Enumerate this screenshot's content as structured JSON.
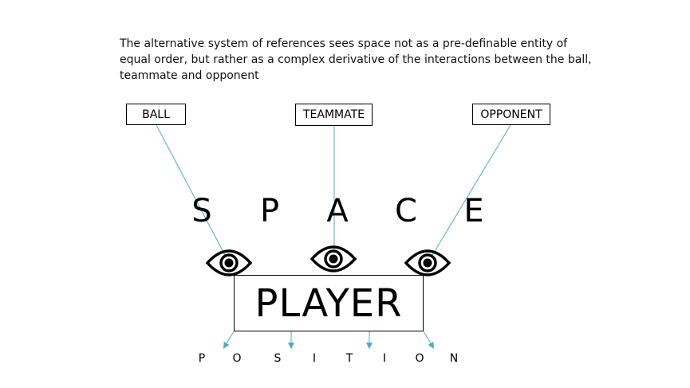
{
  "intro_text": "The alternative system of references sees space not as a pre-definable entity of equal order, but rather as a complex derivative of the interactions between the ball, teammate and opponent",
  "labels": {
    "ball": "BALL",
    "teammate": "TEAMMATE",
    "opponent": "OPPONENT"
  },
  "space_letters": [
    "S",
    "P",
    "A",
    "C",
    "E"
  ],
  "player_label": "PLAYER",
  "position_letters": [
    "P",
    "O",
    "S",
    "I",
    "T",
    "I",
    "O",
    "N"
  ],
  "colors": {
    "connector": "#4BACC6",
    "outline": "#000000"
  },
  "icons": [
    "eye-icon",
    "eye-icon",
    "eye-icon"
  ]
}
